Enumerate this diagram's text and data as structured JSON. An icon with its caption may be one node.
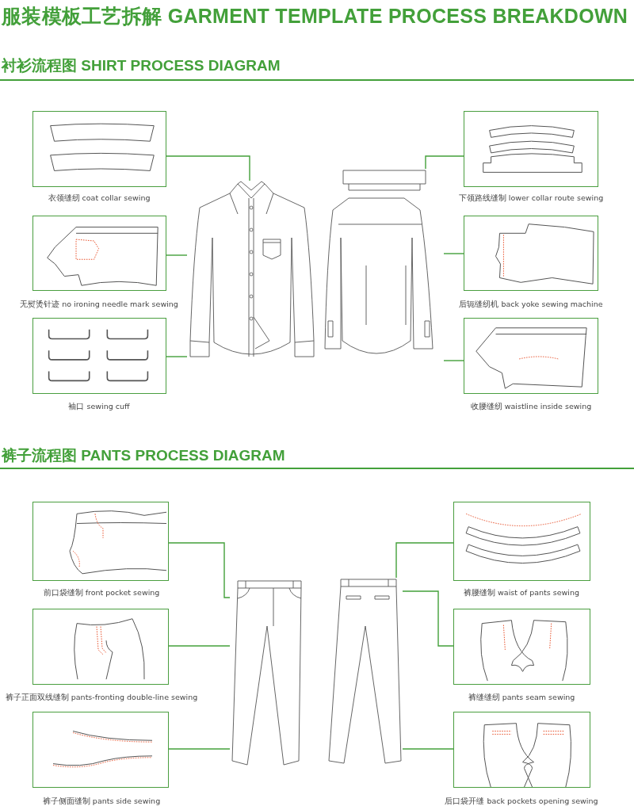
{
  "diagram": {
    "title": "服装模板工艺拆解 GARMENT TEMPLATE PROCESS BREAKDOWN",
    "nodes": [
      {
        "text": [],
        "shape": "picture",
        "beside": [
          "衣领缝纫 coat collar sewing"
        ]
      },
      {
        "text": [],
        "shape": "picture"
      },
      {
        "text": [],
        "shape": "picture"
      },
      {
        "text": [],
        "shape": "picture",
        "beside": [
          "下领路线缝制 lower collar route sewing"
        ]
      },
      {
        "text": [],
        "shape": "picture",
        "beside": [
          "无熨烫针迹  no ironing needle mark sewing"
        ]
      },
      {
        "text": [],
        "shape": "picture",
        "beside": [
          "后轭缝纫机 back yoke sewing machine"
        ]
      },
      {
        "text": [],
        "shape": "picture",
        "beside": [
          "袖口 sewing cuff"
        ]
      },
      {
        "text": [],
        "shape": "picture",
        "beside": [
          "收腰缝纫 waistline inside sewing"
        ]
      },
      {
        "text": [],
        "shape": "picture",
        "beside": [
          "前口袋缝制 front pocket sewing"
        ]
      },
      {
        "text": [],
        "shape": "picture"
      },
      {
        "text": [],
        "shape": "picture"
      },
      {
        "text": [],
        "shape": "picture",
        "beside": [
          "裤腰缝制 waist of pants sewing"
        ]
      },
      {
        "text": [],
        "shape": "picture",
        "beside": [
          "裤子正面双线缝制 pants-fronting double-line sewing"
        ]
      },
      {
        "text": [],
        "shape": "picture",
        "beside": [
          "裤缝缝纫 pants seam sewing"
        ]
      },
      {
        "text": [],
        "shape": "picture",
        "beside": [
          "裤子侧面缝制 pants side sewing"
        ]
      },
      {
        "text": [],
        "shape": "picture",
        "beside": [
          "后口袋开缝 back pockets opening sewing"
        ]
      }
    ],
    "edges": [
      {
        "from": 0,
        "to": 1,
        "arrow": "none"
      },
      {
        "from": 3,
        "to": 2,
        "arrow": "none"
      },
      {
        "from": 4,
        "to": 1,
        "arrow": "none"
      },
      {
        "from": 5,
        "to": 2,
        "arrow": "none"
      },
      {
        "from": 6,
        "to": 1,
        "arrow": "none"
      },
      {
        "from": 7,
        "to": 2,
        "arrow": "none"
      },
      {
        "from": 8,
        "to": 9,
        "arrow": "none"
      },
      {
        "from": 11,
        "to": 10,
        "arrow": "none"
      },
      {
        "from": 12,
        "to": 9,
        "arrow": "none"
      },
      {
        "from": 13,
        "to": 10,
        "arrow": "none"
      },
      {
        "from": 14,
        "to": 9,
        "arrow": "none"
      },
      {
        "from": 15,
        "to": 10,
        "arrow": "none"
      }
    ],
    "labels": [
      "衬衫流程图 SHIRT PROCESS DIAGRAM",
      "裤子流程图 PANTS PROCESS DIAGRAM"
    ]
  }
}
